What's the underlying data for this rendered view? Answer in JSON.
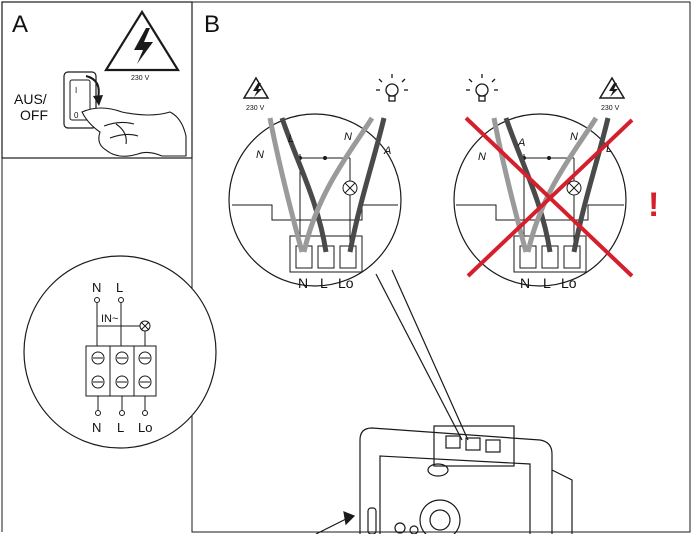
{
  "panel_a": {
    "letter": "A",
    "voltage": "230 V",
    "switch_label_line1": "AUS/",
    "switch_label_line2": "OFF",
    "switch_on_mark": "I",
    "switch_off_mark": "0"
  },
  "panel_b": {
    "letter": "B",
    "correct": {
      "voltage": "230 V",
      "wire_labels": {
        "n": "N",
        "l": "L",
        "n2": "N",
        "a": "A"
      },
      "terminals": [
        "N",
        "L",
        "Lo"
      ]
    },
    "wrong": {
      "voltage": "230 V",
      "wire_labels": {
        "n": "N",
        "a": "A",
        "n2": "N",
        "l": "L"
      },
      "terminals": [
        "N",
        "L",
        "Lo"
      ],
      "warning_mark": "!"
    }
  },
  "schematic": {
    "top_labels": [
      "N",
      "L"
    ],
    "input_label": "IN~",
    "bottom_labels": [
      "N",
      "L",
      "Lo"
    ]
  },
  "colors": {
    "line": "#1a1a1a",
    "wire_light": "#9a9a9a",
    "wire_dark": "#4a4a4a",
    "cross": "#d61f2c",
    "warning": "#d61f2c"
  }
}
